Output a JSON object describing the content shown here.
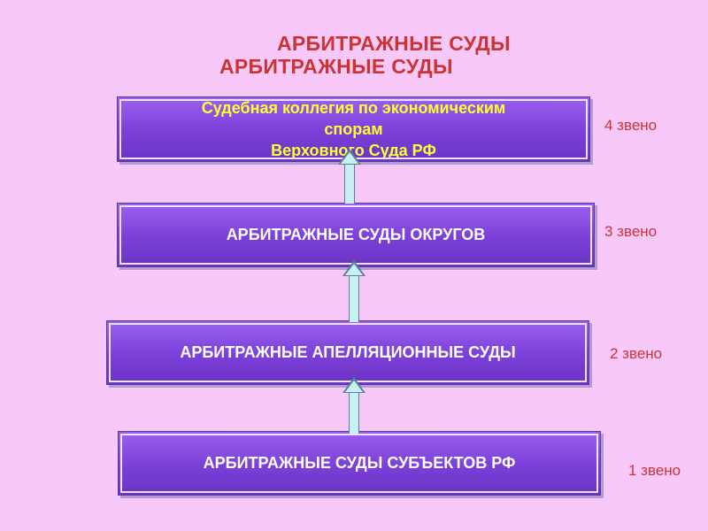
{
  "title": {
    "line1": "АРБИТРАЖНЫЕ СУДЫ",
    "line2": "АРБИТРАЖНЫЕ СУДЫ"
  },
  "levels": [
    {
      "box_lines": [
        "Судебная коллегия по экономическим",
        "спорам",
        "Верховного Суда РФ"
      ],
      "label": "4 звено"
    },
    {
      "box_text": "АРБИТРАЖНЫЕ СУДЫ ОКРУГОВ",
      "label": "3 звено"
    },
    {
      "box_text": "АРБИТРАЖНЫЕ АПЕЛЛЯЦИОННЫЕ СУДЫ",
      "label": "2 звено"
    },
    {
      "box_text": "АРБИТРАЖНЫЕ СУДЫ СУБЪЕКТОВ РФ",
      "label": "1 звено"
    }
  ],
  "colors": {
    "background": "#f8c8f8",
    "title": "#cc3333",
    "box": "#7a3fd8",
    "top_box_text": "#ffff33",
    "box_text": "#ffffff",
    "arrow": "#c8f0f4"
  }
}
